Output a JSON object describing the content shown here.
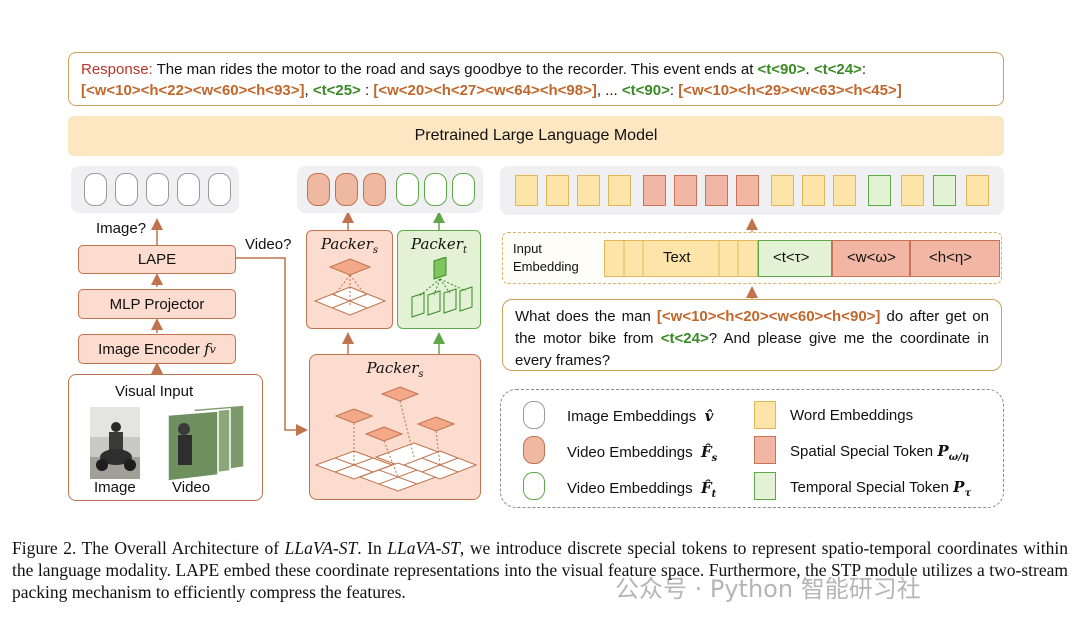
{
  "response": {
    "label": "Response:",
    "sentence": " The man rides the motor to the road and says goodbye to the recorder. This event ends at ",
    "t90a": "<t<90>",
    "dot": ". ",
    "t24": "<t<24>",
    "colon1": ":",
    "coords1": "[<w<10><h<22><w<60><h<93>]",
    "comma1": ", ",
    "t25": "<t<25>",
    "colon2": " : ",
    "coords2": "[<w<20><h<27><w<64><h<98>]",
    "ellipsis": ", ... ",
    "t90b": "<t<90>",
    "colon3": ": ",
    "coords3": "[<w<10><h<29><w<63><h<45>]"
  },
  "llm_label": "Pretrained  Large Language Model",
  "left_column": {
    "image_q": "Image?",
    "video_q": "Video?",
    "lape": "LAPE",
    "mlp": "MLP Projector",
    "encoder": "Image Encoder",
    "encoder_sym": "f",
    "encoder_sub": "v",
    "visual_title": "Visual Input",
    "image_caption": "Image",
    "video_caption": "Video"
  },
  "packers": {
    "packer_s_small": "Packer",
    "packer_s_small_sub": "s",
    "packer_t": "Packer",
    "packer_t_sub": "t",
    "packer_s_big": "Packer",
    "packer_s_big_sub": "s"
  },
  "input_embedding": {
    "label_line1": "Input",
    "label_line2": "Embedding",
    "text": "Text",
    "t_token": "<t<τ>",
    "w_token": "<w<ω>",
    "h_token": "<h<η>"
  },
  "question": {
    "part1": "What does the man ",
    "coords": "[<w<10><h<20><w<60><h<90>]",
    "part2": " do after get on the motor bike from ",
    "t24": "<t<24>",
    "part3": "? And please give me the coordinate in every frames?"
  },
  "legend": {
    "image_emb": "Image Embeddings",
    "image_sym": "v̂",
    "video_emb_s": "Video Embeddings",
    "video_sym_s": "F̂",
    "video_sub_s": "s",
    "video_emb_t": "Video Embeddings",
    "video_sym_t": "F̂",
    "video_sub_t": "t",
    "word_emb": "Word Embeddings",
    "spatial": "Spatial Special Token",
    "spatial_sym": "P",
    "spatial_sub": "ω/η",
    "temporal": "Temporal Special Token",
    "temporal_sym": "P",
    "temporal_sub": "τ"
  },
  "caption": {
    "prefix": "Figure 2.  The Overall Architecture of ",
    "name1": "LLaVA-ST",
    "mid1": ". In ",
    "name2": "LLaVA-ST",
    "rest": ", we introduce discrete special tokens to represent spatio-temporal coordinates within the language modality. LAPE embed these coordinate representations into the visual feature space. Furthermore, the STP module utilizes a two-stream packing mechanism to efficiently compress the features."
  },
  "watermark": "公众号 · Python 智能研习社",
  "colors": {
    "orange_text": "#c0672c",
    "green_text": "#3a8a26",
    "response_label": "#b5362b",
    "llm_bg": "#fde7c3",
    "block_bg": "#fbdccf",
    "green_bg": "#e3f2d5"
  }
}
